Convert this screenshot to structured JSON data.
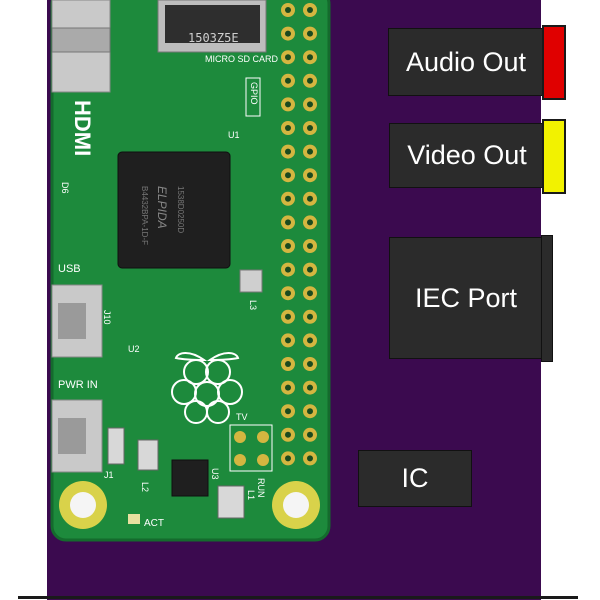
{
  "components": {
    "audio_out": {
      "label": "Audio Out",
      "indicator_color": "#e00000"
    },
    "video_out": {
      "label": "Video Out",
      "indicator_color": "#f2f200"
    },
    "iec_port": {
      "label": "IEC Port"
    },
    "ic": {
      "label": "IC"
    }
  },
  "pi_board": {
    "silkscreen": {
      "hdmi": "HDMI",
      "usb": "USB",
      "pwr_in": "PWR IN",
      "gpio": "GPIO",
      "micro_sd_card": "MICRO SD CARD",
      "chip_brand": "ELPIDA",
      "chip_part": "B4432BPA-1D-F",
      "chip_code": "1538D0250D",
      "sd_code": "1503Z5E",
      "act": "ACT",
      "run": "RUN",
      "tv": "TV",
      "j10": "J10",
      "j1": "J1",
      "l3": "L3",
      "l2": "L2",
      "l1": "L1",
      "d6": "D6",
      "u1": "U1",
      "u2": "U2",
      "u3": "U3"
    },
    "colors": {
      "pcb": "#1d8a3c",
      "pcb_dark": "#146b2d",
      "gold": "#d4b640",
      "background": "#3b0a4f"
    }
  }
}
